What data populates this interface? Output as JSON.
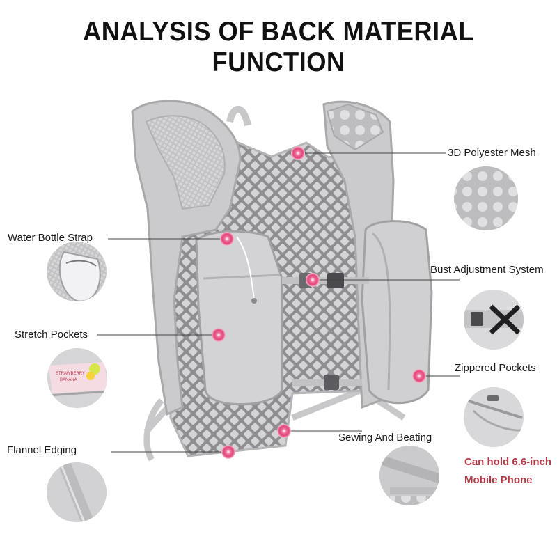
{
  "title": "ANALYSIS OF BACK MATERIAL FUNCTION",
  "callouts": {
    "mesh": "3D Polyester Mesh",
    "bottle_strap": "Water Bottle Strap",
    "bust": "Bust Adjustment System",
    "stretch": "Stretch Pockets",
    "zipper": "Zippered Pockets",
    "sewing": "Sewing And Beating",
    "flannel": "Flannel Edging"
  },
  "phone_note": {
    "line1": "Can hold 6.6-inch",
    "line2": "Mobile Phone"
  },
  "pocket_insert_text": {
    "line1": "STRAWBERRY",
    "line2": "BANANA"
  },
  "colors": {
    "marker": "#e0457a",
    "vest": "#c9c9cb",
    "note": "#b53a48"
  }
}
